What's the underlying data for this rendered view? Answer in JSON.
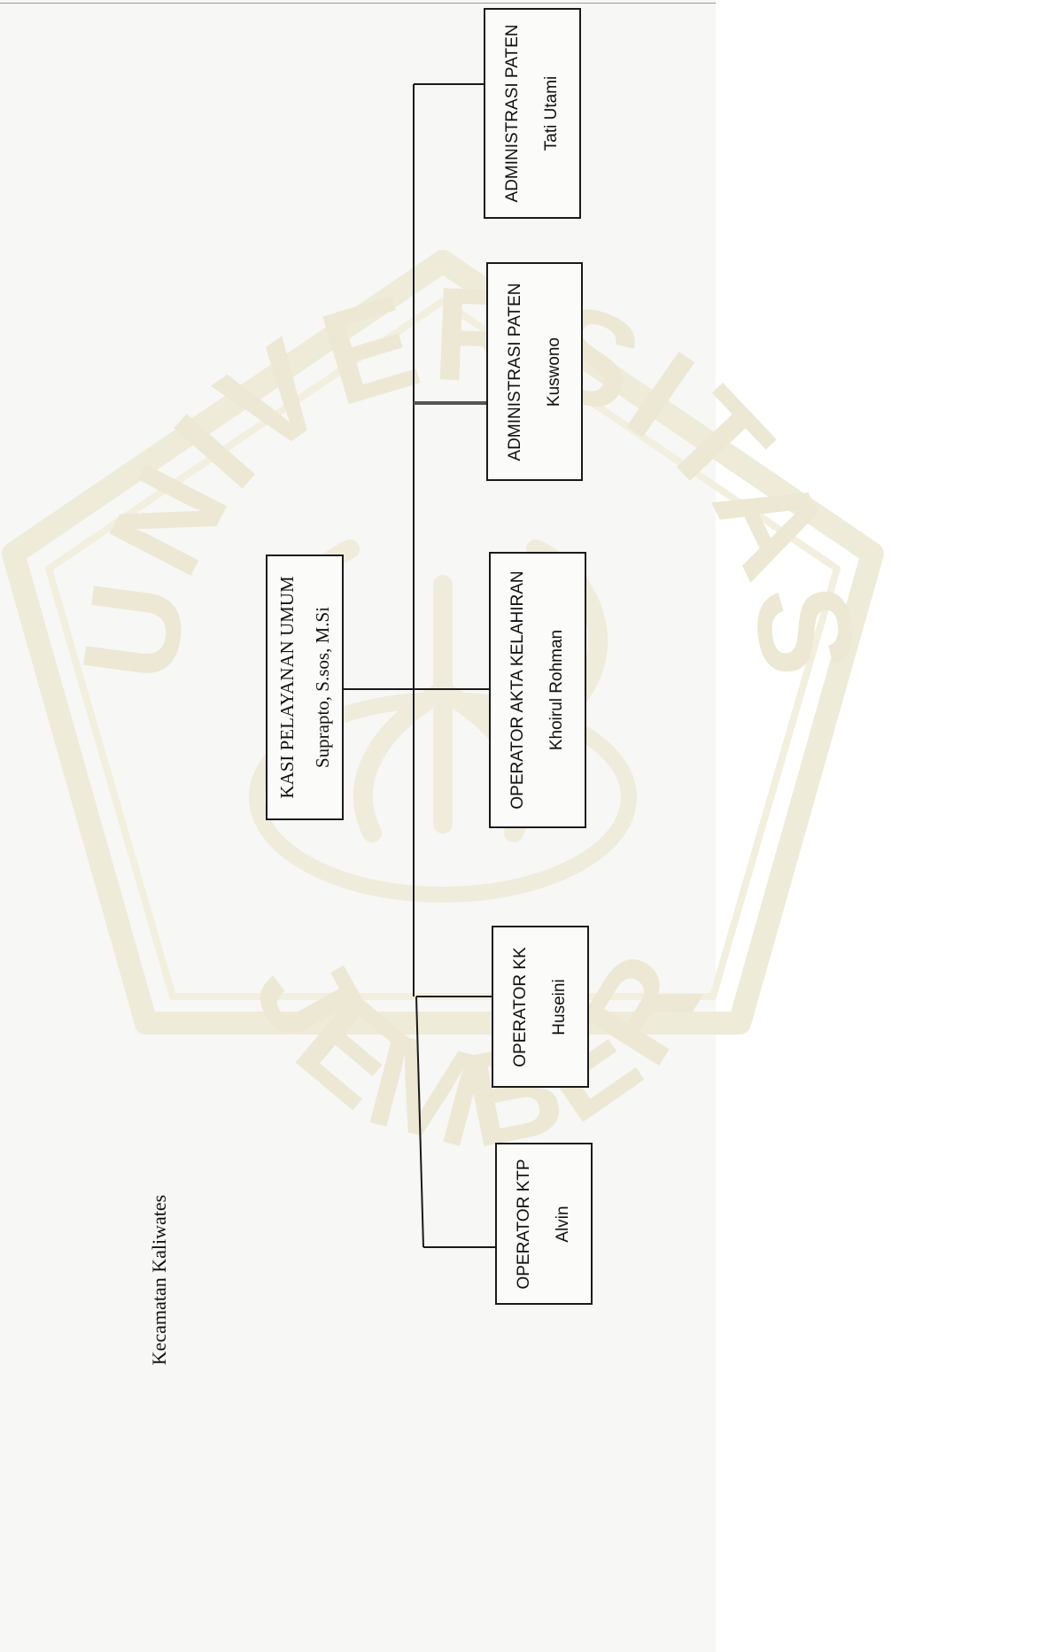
{
  "org_chart": {
    "location": "Kecamatan Kaliwates",
    "head": {
      "title": "KASI PELAYANAN UMUM",
      "name": "Suprapto, S.sos, M.Si"
    },
    "staff": [
      {
        "title": "ADMINISTRASI PATEN",
        "name": "Tati Utami"
      },
      {
        "title": "ADMINISTRASI PATEN",
        "name": "Kuswono"
      },
      {
        "title": "OPERATOR AKTA KELAHIRAN",
        "name": "Khoirul Rohman"
      },
      {
        "title": "OPERATOR KK",
        "name": "Huseini"
      },
      {
        "title": "OPERATOR KTP",
        "name": "Alvin"
      }
    ]
  },
  "watermark": {
    "text_top": "UNIVERSITAS",
    "text_bottom": "JEMBER",
    "color": "#ece8d4"
  },
  "colors": {
    "line": "#1a1a1a",
    "box_border": "#1a1a1a",
    "paper": "#f7f7f5"
  }
}
